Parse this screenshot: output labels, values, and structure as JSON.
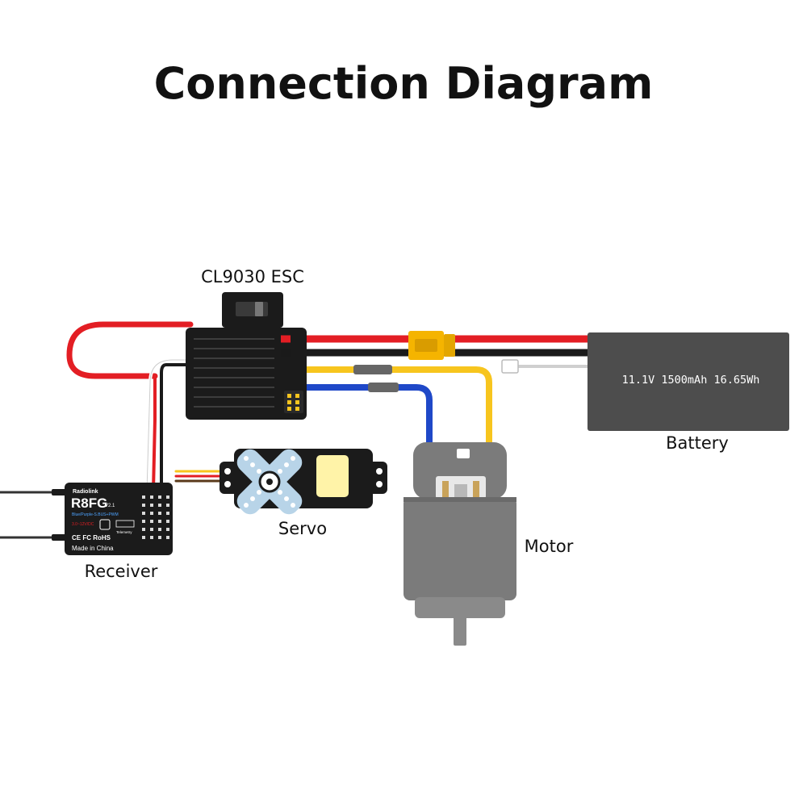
{
  "title": "Connection Diagram",
  "labels": {
    "esc": "CL9030 ESC",
    "battery": "Battery",
    "servo": "Servo",
    "motor": "Motor",
    "receiver": "Receiver"
  },
  "battery": {
    "spec": "11.1V  1500mAh  16.65Wh"
  },
  "receiver": {
    "brand": "Radiolink",
    "model": "R8FG",
    "version": "V2.1",
    "mode": "Blue/Purple-S.BUS+PWM",
    "voltage": "3.0~12V/DC",
    "certs": "CE FC RoHS",
    "telemetry": "Telemetry",
    "origin": "Made in China"
  },
  "colors": {
    "wire_red": "#e31e24",
    "wire_black": "#1a1a1a",
    "wire_yellow": "#f7c51e",
    "wire_blue": "#1f48c8",
    "esc_body": "#1b1b1b",
    "battery_body": "#4d4d4d",
    "xt60_connector": "#f5b400",
    "servo_arm": "#b8d4e8",
    "servo_label": "#fff3a8",
    "motor_body": "#7b7b7b"
  }
}
